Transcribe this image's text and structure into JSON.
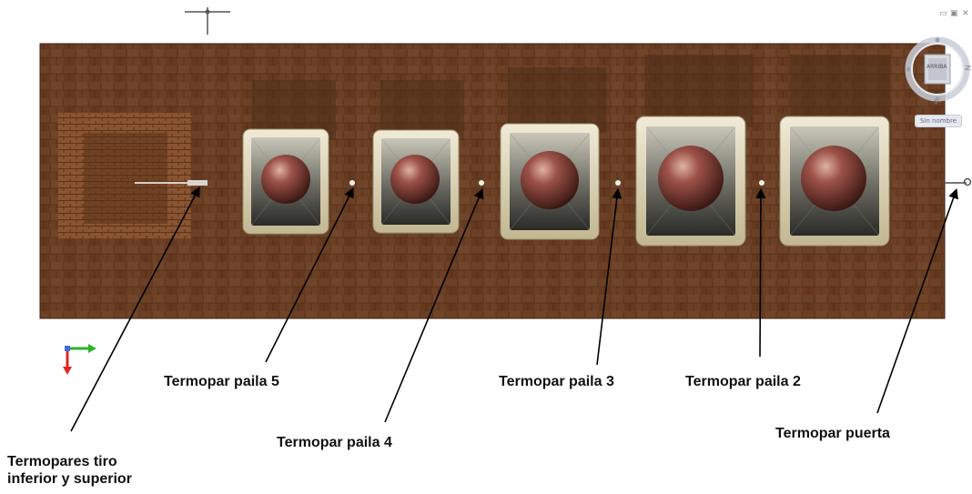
{
  "labels": {
    "tiro": [
      "Termopares tiro",
      "inferior y superior"
    ],
    "paila5": "Termopar paila 5",
    "paila4": "Termopar paila 4",
    "paila3": "Termopar paila 3",
    "paila2": "Termopar paila 2",
    "puerta": "Termopar puerta"
  },
  "viewcube": {
    "face_label": "ARRIBA",
    "compass_letters": [
      "N",
      "S"
    ],
    "pill_text": "Sin nombre",
    "window_controls": [
      "▭",
      "▣",
      "✕"
    ]
  },
  "colors": {
    "wood": "#6b4024",
    "wood_dark": "#4e2d17",
    "pan_rim": "#d9d0b5",
    "pan_inner": "#3a3a36",
    "sphere": "#9a5048",
    "arrow": "#000000",
    "axis_x": "#2bb52b",
    "axis_y": "#e0281e"
  }
}
